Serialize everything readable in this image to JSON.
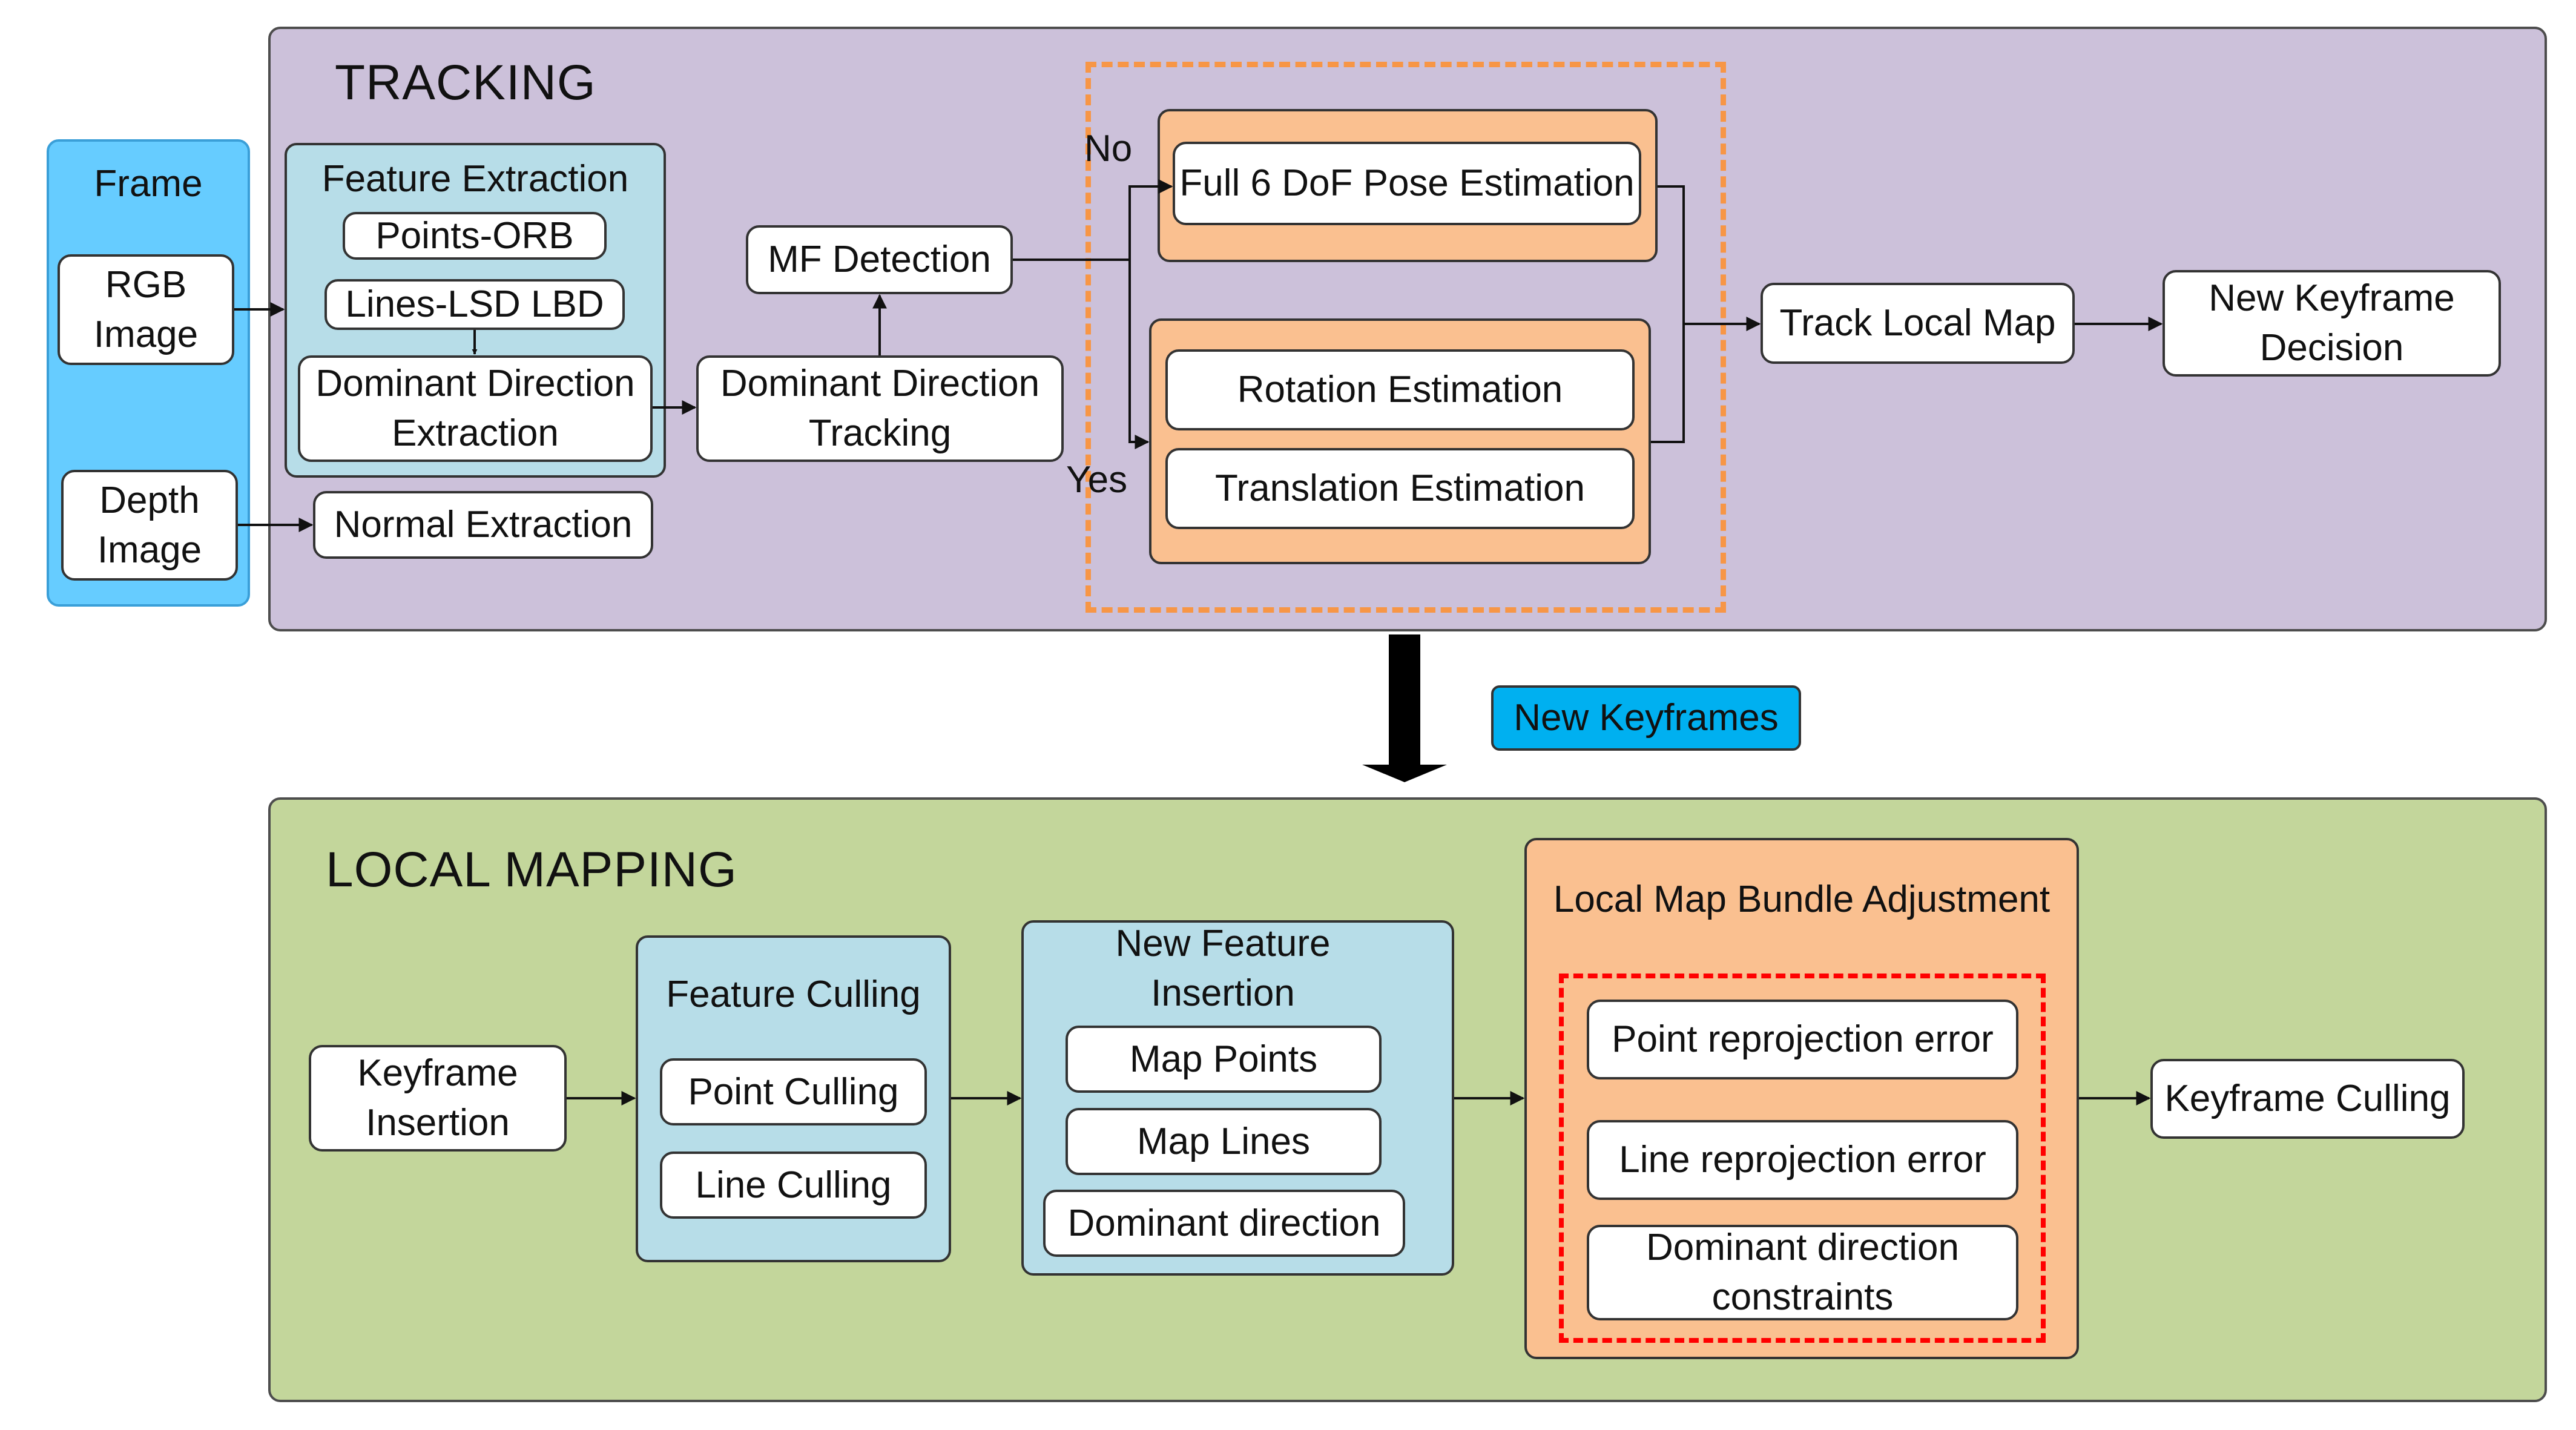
{
  "tracking": {
    "title": "TRACKING",
    "frame": {
      "title": "Frame",
      "rgb_image": "RGB Image",
      "depth_image": "Depth Image"
    },
    "feature_extraction": {
      "title": "Feature Extraction",
      "points": "Points-ORB",
      "lines": "Lines-LSD LBD",
      "dominant_direction": "Dominant Direction Extraction"
    },
    "normal_extraction": "Normal Extraction",
    "dominant_direction_tracking": "Dominant Direction Tracking",
    "mf_detection": "MF Detection",
    "branch_no": "No",
    "branch_yes": "Yes",
    "full_pose": "Full 6 DoF Pose Estimation",
    "rotation": "Rotation Estimation",
    "translation": "Translation Estimation",
    "track_local_map": "Track Local Map",
    "new_keyframe_decision": "New Keyframe Decision"
  },
  "new_keyframes": "New Keyframes",
  "local_mapping": {
    "title": "LOCAL MAPPING",
    "keyframe_insertion": "Keyframe Insertion",
    "feature_culling": {
      "title": "Feature Culling",
      "point": "Point Culling",
      "line": "Line Culling"
    },
    "new_feature_insertion": {
      "title": "New Feature Insertion",
      "map_points": "Map Points",
      "map_lines": "Map Lines",
      "dominant_direction": "Dominant direction"
    },
    "bundle_adjustment": {
      "title": "Local Map Bundle Adjustment",
      "point_error": "Point reprojection error",
      "line_error": "Line reprojection error",
      "dominant_constraints": "Dominant direction constraints"
    },
    "keyframe_culling": "Keyframe Culling"
  },
  "colors": {
    "tracking_bg": "#ccc1da",
    "frame_bg": "#66ccff",
    "feature_bg": "#b7dde8",
    "pose_bg": "#fac090",
    "dashed_orange": "#f79646",
    "new_keyframes_bg": "#00b0f0",
    "mapping_bg": "#c3d69b",
    "dashed_red": "#ff0000"
  }
}
